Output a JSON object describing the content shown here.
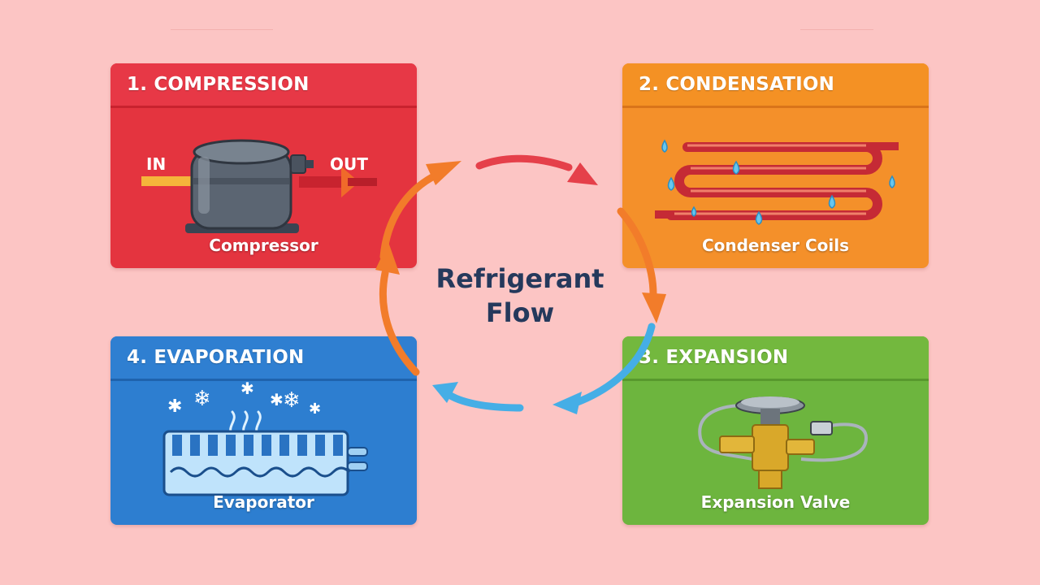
{
  "center": {
    "line1": "Refrigerant",
    "line2": "Flow"
  },
  "stages": {
    "compression": {
      "title": "1. COMPRESSION",
      "caption": "Compressor",
      "in_label": "IN",
      "out_label": "OUT",
      "color": "#e4343f"
    },
    "condensation": {
      "title": "2. CONDENSATION",
      "caption": "Condenser Coils",
      "color": "#f4902a"
    },
    "expansion": {
      "title": "3. EXPANSION",
      "caption": "Expansion Valve",
      "color": "#6db53e"
    },
    "evaporation": {
      "title": "4. EVAPORATION",
      "caption": "Evaporator",
      "color": "#2d7ed0"
    }
  },
  "cycle_arrow_colors": {
    "red": "#e5404a",
    "orange": "#f27c2a",
    "blue": "#45aee6"
  }
}
